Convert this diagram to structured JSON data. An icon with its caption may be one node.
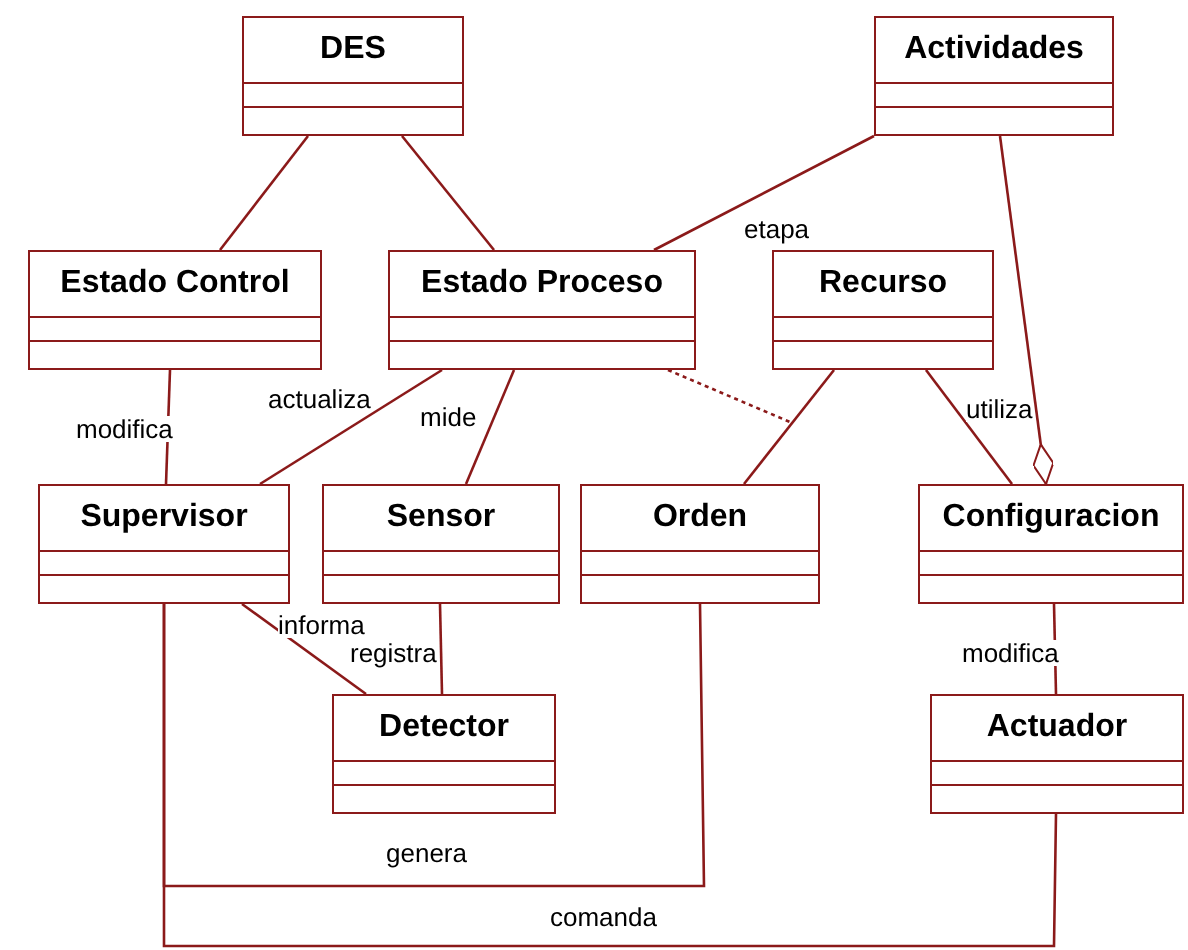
{
  "diagram": {
    "nodes": [
      {
        "text": [
          "DES"
        ]
      },
      {
        "text": [
          "Actividades"
        ]
      },
      {
        "text": [
          "Estado Control"
        ]
      },
      {
        "text": [
          "Estado Proceso"
        ]
      },
      {
        "text": [
          "Recurso"
        ]
      },
      {
        "text": [
          "Supervisor"
        ]
      },
      {
        "text": [
          "Sensor"
        ]
      },
      {
        "text": [
          "Orden"
        ]
      },
      {
        "text": [
          "Configuracion"
        ]
      },
      {
        "text": [
          "Detector"
        ]
      },
      {
        "text": [
          "Actuador"
        ]
      }
    ],
    "edges": [
      {
        "from": 0,
        "to": 2,
        "arrow": "none"
      },
      {
        "from": 0,
        "to": 3,
        "arrow": "none"
      },
      {
        "from": 1,
        "to": 3,
        "arrow": "none",
        "label": "etapa"
      },
      {
        "from": 1,
        "to": 8,
        "arrow": "other"
      },
      {
        "from": 2,
        "to": 5,
        "arrow": "none",
        "label": "modifica"
      },
      {
        "from": 3,
        "to": 5,
        "arrow": "none",
        "label": "actualiza"
      },
      {
        "from": 3,
        "to": 6,
        "arrow": "none",
        "label": "mide"
      },
      {
        "from": 3,
        "to": null,
        "arrow": "none",
        "style": "dashed"
      },
      {
        "from": 4,
        "to": 7,
        "arrow": "none"
      },
      {
        "from": 4,
        "to": 8,
        "arrow": "none",
        "label": "utiliza"
      },
      {
        "from": 5,
        "to": 9,
        "arrow": "none",
        "label": "informa"
      },
      {
        "from": 6,
        "to": 9,
        "arrow": "none",
        "label": "registra"
      },
      {
        "from": 5,
        "to": 7,
        "arrow": "none",
        "label": "genera"
      },
      {
        "from": 5,
        "to": 10,
        "arrow": "none",
        "label": "comanda"
      },
      {
        "from": 8,
        "to": 10,
        "arrow": "none",
        "label": "modifica"
      }
    ]
  }
}
